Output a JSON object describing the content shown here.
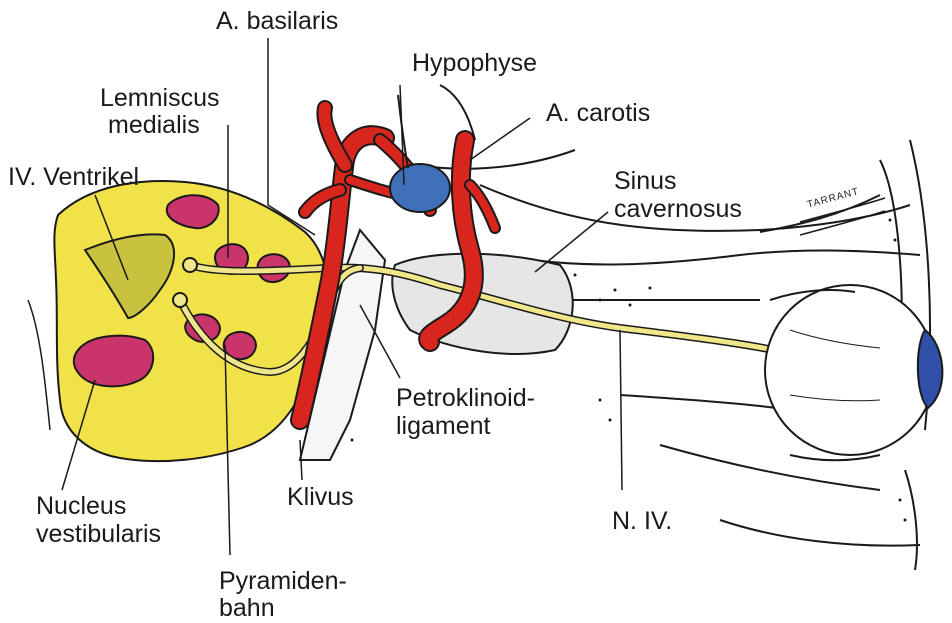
{
  "labels": {
    "basilaris": "A. basilaris",
    "hypophyse": "Hypophyse",
    "lemniscus_1": "Lemniscus",
    "lemniscus_2": "medialis",
    "carotis": "A. carotis",
    "ventrikel": "IV. Ventrikel",
    "sinus_1": "Sinus",
    "sinus_2": "cavernosus",
    "petro_1": "Petroklinoid-",
    "petro_2": "ligament",
    "klivus": "Klivus",
    "nucleus_1": "Nucleus",
    "nucleus_2": "vestibularis",
    "n_iv": "N. IV.",
    "pyramiden_1": "Pyramiden-",
    "pyramiden_2": "bahn"
  },
  "signature": "TARRANT",
  "colors": {
    "brainstem": "#f2e24a",
    "nucleus": "#c9356b",
    "artery": "#d8261f",
    "hypophysis": "#3f6fb8",
    "nerve": "#f0e68a",
    "iris": "#2f4fa8",
    "outline": "#1a1a1a"
  }
}
